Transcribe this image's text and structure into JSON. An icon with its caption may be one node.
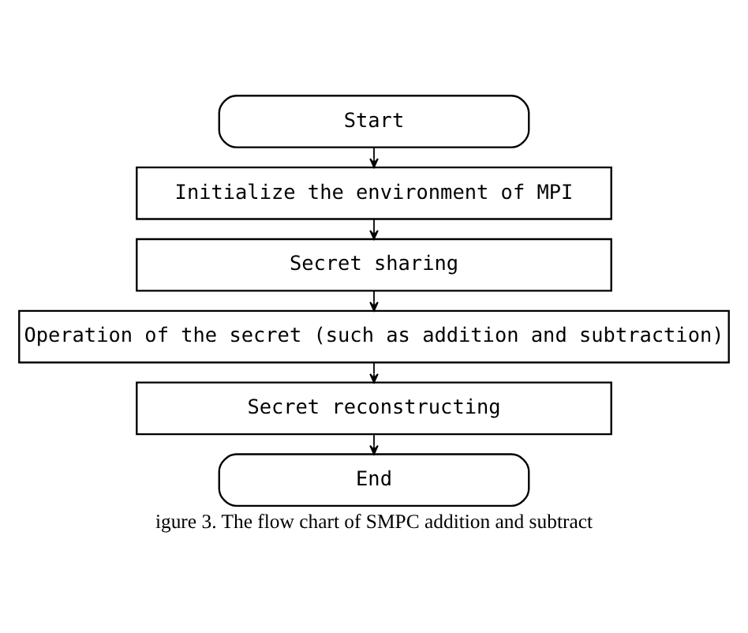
{
  "diagram": {
    "caption": "igure 3. The flow chart of SMPC addition and subtract",
    "nodes": [
      {
        "text": [
          "Start"
        ]
      },
      {
        "text": [
          "Initialize the environment of MPI"
        ]
      },
      {
        "text": [
          "Secret sharing"
        ]
      },
      {
        "text": [
          "Operation of the secret (such as addition and subtraction)"
        ]
      },
      {
        "text": [
          "Secret reconstructing"
        ]
      },
      {
        "text": [
          "End"
        ]
      }
    ],
    "edges": [
      {
        "from": 0,
        "to": 1,
        "arrow": "to"
      },
      {
        "from": 1,
        "to": 2,
        "arrow": "to"
      },
      {
        "from": 2,
        "to": 3,
        "arrow": "to"
      },
      {
        "from": 3,
        "to": 4,
        "arrow": "to"
      },
      {
        "from": 4,
        "to": 5,
        "arrow": "to"
      }
    ]
  }
}
